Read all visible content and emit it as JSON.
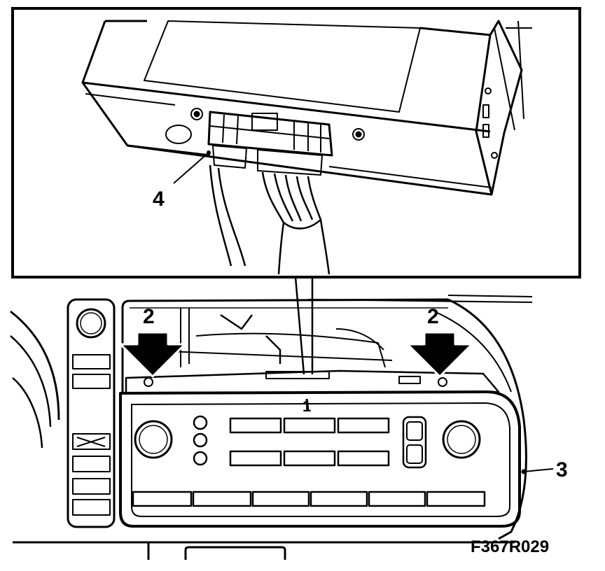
{
  "figure": {
    "reference_code": "F367R029",
    "callouts": {
      "unit": "1",
      "clips_left": "2",
      "clips_right": "2",
      "bezel": "3",
      "connector": "4"
    },
    "colors": {
      "line": "#000000",
      "background": "#ffffff"
    }
  }
}
